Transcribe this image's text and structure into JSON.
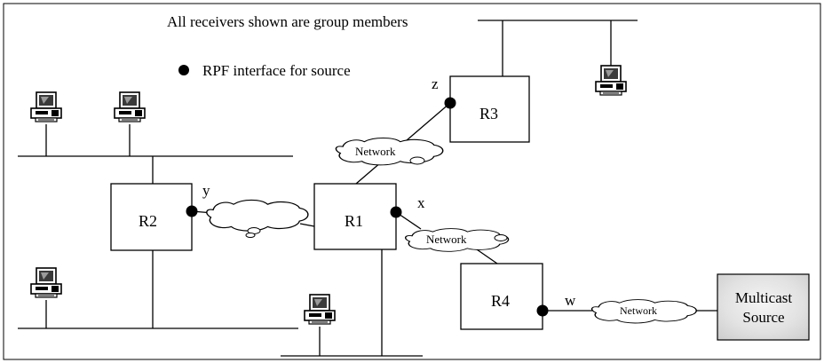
{
  "legend": {
    "title": "All receivers shown are group members",
    "rpf_label": "RPF interface for source"
  },
  "routers": {
    "r1": "R1",
    "r2": "R2",
    "r3": "R3",
    "r4": "R4"
  },
  "interfaces": {
    "x": "x",
    "y": "y",
    "z": "z",
    "w": "w"
  },
  "clouds": {
    "r1_r3": "Network",
    "r1_r4": "Network",
    "r4_source": "Network"
  },
  "source": {
    "line1": "Multicast",
    "line2": "Source"
  },
  "icons": {
    "receiver": "desktop-computer-icon",
    "rpf": "filled-dot-icon",
    "network": "cloud-icon"
  },
  "colors": {
    "line": "#000000",
    "background": "#ffffff",
    "source_fill": "#e6e6e6"
  }
}
